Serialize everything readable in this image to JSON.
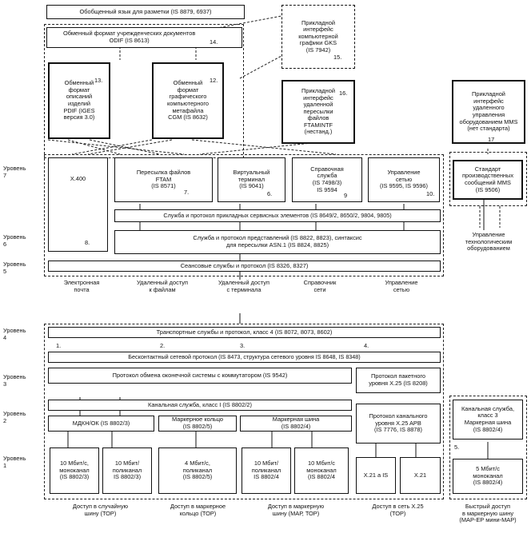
{
  "top": {
    "markup_language": "Обобщенный язык для разметки (IS 8879, 6937)",
    "odif": "Обменный формат учрежденческих документов\nODIF (IS 8613)",
    "odif_num": "14.",
    "gks": "Прикладной\nинтерфейс\nкомпьютерной\nграфики GKS\n(IS 7942)",
    "gks_num": "15.",
    "pdif": "Обменный\nформат\nописаний\nизделий\nPDIF (IGES\nверсия 3.0)",
    "pdif_num": "13.",
    "cgm": "Обменный\nформат\nграфического\nкомпьютерного\nметафайла\nCGM (IS 8632)",
    "cgm_num": "12.",
    "ftamintf": "Прикладной\nинтерфейс\nудаленной\nпересылки\nфайлов\nFTAMINTF\n(нестанд.)",
    "ftamintf_num": "16.",
    "mms_api": "Прикладной\nинтерфейс\nудаленного\nуправления\nоборудованием MMS\n(нет стандарта)",
    "mms_api_num": "17"
  },
  "levels": {
    "l7": "Уровень\n7",
    "l6": "Уровень\n6",
    "l5": "Уровень\n5",
    "l4": "Уровень\n4",
    "l3": "Уровень\n3",
    "l2": "Уровень\n2",
    "l1": "Уровень\n1"
  },
  "app": {
    "x400": "X.400",
    "x400_num": "8.",
    "ftam": "Пересылка файлов\nFTAM\n(IS 8571)",
    "ftam_num": "7.",
    "vt": "Виртуальный\nтерминал\n(IS 9041)",
    "vt_num": "6.",
    "dir": "Справочная\nслужба\n(IS 7498/3)\nIS 9594",
    "dir_num": "9",
    "netmgmt": "Управление\nсетью\n(IS 9595, IS 9596)",
    "netmgmt_num": "10.",
    "mms": "Стандарт\nпроизводственных\nсообщений MMS\n(IS 9506)",
    "ase": "Служба и протокол прикладных сервисных элементов (IS 8649/2, 8650/2, 9804, 9805)",
    "presentation": "Служба и протокол представлений (IS 8822, 8823), синтаксис\nдля пересылки ASN.1 (IS 8824, 8825)",
    "session": "Сеансовые службы и протокол (IS 8326, 8327)"
  },
  "captions_mid": {
    "email": "Электронная\nпочта",
    "file": "Удаленный доступ\nк файлам",
    "terminal": "Удаленный доступ\nс терминала",
    "dirnet": "Справочник\nсети",
    "netmgmt": "Управление\nсетью",
    "equip": "Управление\nтехнологическим\nоборудованием"
  },
  "net": {
    "transport": "Транспортные службы и протокол, класс 4 (IS 8072, 8073, 8602)",
    "n1": "1.",
    "n2": "2.",
    "n3": "3.",
    "n4": "4.",
    "clnp": "Бесконтактный сетевой протокол (IS 8473, структура сетевого уровня IS 8648, IS 8348)",
    "es_is": "Протокол обмена оконечной системы с коммутатором (IS 9542)",
    "x25_packet": "Протокол пакетного\nуровня X.25 (IS 8208)",
    "llc": "Канальная служба, класс I (IS 8802/2)",
    "csma": "МДКН/ОК (IS 8802/3)",
    "token_ring": "Маркерное кольцо\n(IS 8802/5)",
    "token_bus": "Маркерная шина\n(IS 8802/4)",
    "x25_lapb": "Протокол канального\nуровня X.25 APB\n(IS 7776, IS 8878)",
    "llc3": "Канальная служба,\nкласс 3\nМаркерная шина\n(IS 8802/4)",
    "n5": "5.",
    "phy_csma_mono": "10 Мбит/с,\nмоноканал\n(IS 8802/3)",
    "phy_csma_poly": "10 Мбит/\nполиканал\nIS 8802/3)",
    "phy_ring": "4 Мбит/с,\nполиканал\n(IS 8802/5)",
    "phy_bus_poly": "10 Мбит/\nполиканал\nIS 8802/4",
    "phy_bus_mono": "10 Мбит/с\nмоноканал\n(IS 8802/4",
    "x21_is": "X.21 a IS",
    "x21": "X.21",
    "phy_map_ep": "5 Мбит/с\nмоноканал\n(IS 8802/4)"
  },
  "captions_bottom": {
    "c1": "Доступ в случайную\nшину (ТОР)",
    "c2": "Доступ в маркерное\nкольцо (ТОР)",
    "c3": "Доступ в маркерную\nшину (МАР, ТОР)",
    "c4": "Доступ в сеть X.25\n(ТОР)",
    "c5": "Быстрый доступ\nв маркерную шину\n(МАР-ЕР мини-МАР)"
  }
}
